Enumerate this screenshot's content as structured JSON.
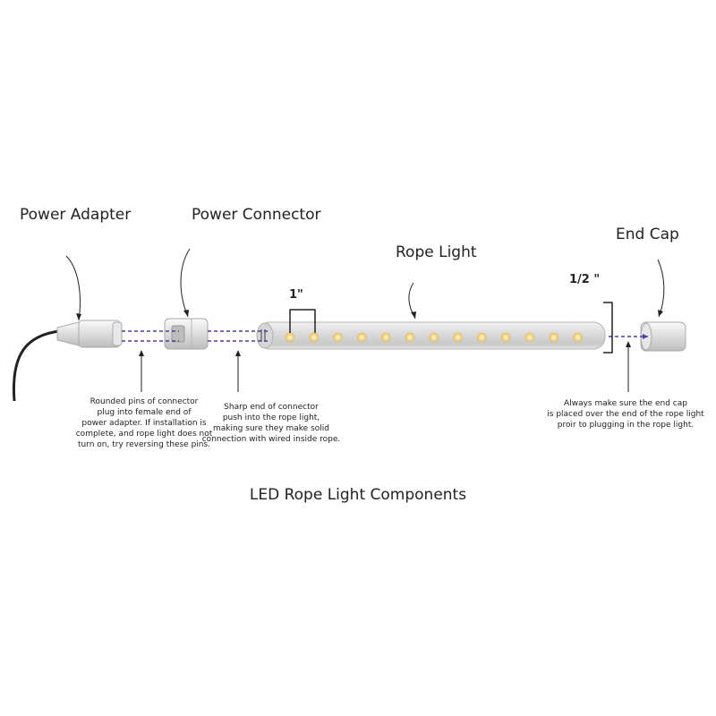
{
  "labels": {
    "power_adapter": "Power Adapter",
    "power_connector": "Power Connector",
    "rope_light": "Rope Light",
    "end_cap": "End Cap",
    "one_inch": "1\"",
    "half_inch": "1/2 \""
  },
  "notes": {
    "adapter_pins": [
      "Rounded pins of connector",
      "plug into female end of",
      "power adapter. If installation is",
      "complete, and rope light does not",
      "turn on, try reversing these pins."
    ],
    "connector_end": [
      "Sharp end of connector",
      "push into the rope light,",
      "making sure they make solid",
      "connection with wired inside rope."
    ],
    "end_cap": [
      "Always make sure the end cap",
      "is placed over the end of the rope light",
      "proir to plugging in the rope light."
    ]
  },
  "title": "LED Rope Light Components",
  "colors": {
    "led": "#f3d98f",
    "dash": "#4a3fa6",
    "tube": "#dcdcdc",
    "cord": "#222222"
  },
  "led_count": 13
}
